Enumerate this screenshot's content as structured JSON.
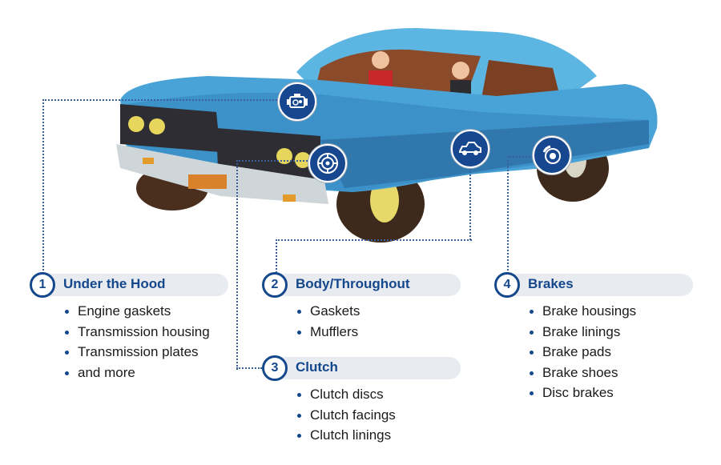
{
  "illustration": {
    "subject": "vintage blue sedan with two occupants",
    "colors": {
      "body": "#4aa3d6",
      "body_dark": "#2f77ad",
      "accent": "#14478c",
      "pill_bg": "#e8ebf0",
      "connector": "#3b5f9a"
    }
  },
  "hotspots": [
    {
      "id": 1,
      "icon": "engine-icon"
    },
    {
      "id": 2,
      "icon": "car-body-icon"
    },
    {
      "id": 3,
      "icon": "clutch-disc-icon"
    },
    {
      "id": 4,
      "icon": "brake-disc-icon"
    }
  ],
  "sections": [
    {
      "number": "1",
      "title": "Under the Hood",
      "items": [
        "Engine gaskets",
        "Transmission housing",
        "Transmission plates",
        "and more"
      ]
    },
    {
      "number": "2",
      "title": "Body/Throughout",
      "items": [
        "Gaskets",
        "Mufflers"
      ]
    },
    {
      "number": "3",
      "title": "Clutch",
      "items": [
        "Clutch discs",
        "Clutch facings",
        "Clutch linings"
      ]
    },
    {
      "number": "4",
      "title": "Brakes",
      "items": [
        "Brake housings",
        "Brake linings",
        "Brake pads",
        "Brake shoes",
        "Disc brakes"
      ]
    }
  ]
}
